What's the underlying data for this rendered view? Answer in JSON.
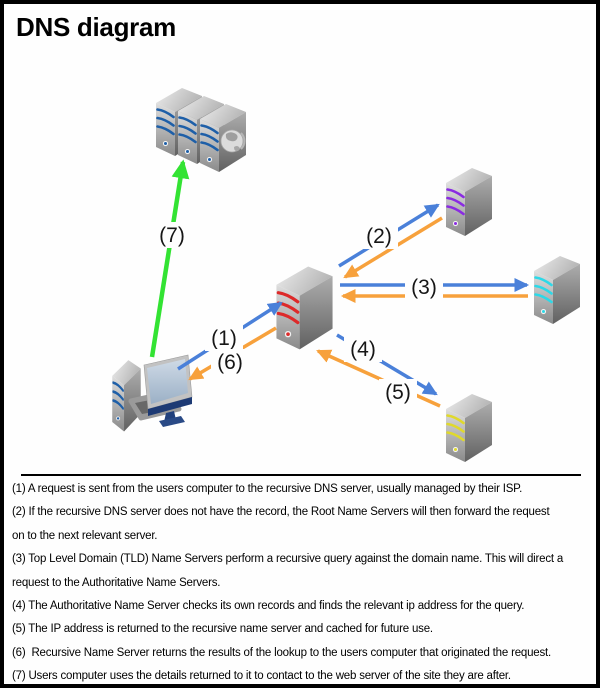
{
  "page": {
    "title": "DNS diagram"
  },
  "diagram": {
    "labels": {
      "step1": "(1)",
      "step2": "(2)",
      "step3": "(3)",
      "step4": "(4)",
      "step5": "(5)",
      "step6": "(6)",
      "step7": "(7)"
    },
    "colors": {
      "query_arrow": "#4a80d9",
      "return_arrow": "#f7a13c",
      "web_request_arrow": "#33e333",
      "recursive_server_stripe": "#dd2a2a",
      "root_server_stripe": "#8a2be2",
      "tld_server_stripe": "#2bd9e8",
      "authoritative_server_stripe": "#e0d92b",
      "web_server_stripe": "#1e5fa8",
      "user_pc_stripe": "#1e5fa8"
    }
  },
  "notes": {
    "lines": [
      "(1) A request is sent from the users computer to the recursive DNS server, usually managed by their ISP.",
      "(2) If the recursive DNS server does not have the record, the Root Name Servers will then forward the request",
      "on to the next relevant server.",
      "(3) Top Level Domain (TLD) Name Servers perform a recursive query against the domain name. This will direct a",
      "request to the Authoritative Name Servers.",
      "(4) The Authoritative Name Server checks its own records and finds the relevant ip address for the query.",
      "(5) The IP address is returned to the recursive name server and cached for future use.",
      "(6)  Recursive Name Server returns the results of the lookup to the users computer that originated the request.",
      "(7) Users computer uses the details returned to it to contact to the web server of the site they are after."
    ]
  }
}
